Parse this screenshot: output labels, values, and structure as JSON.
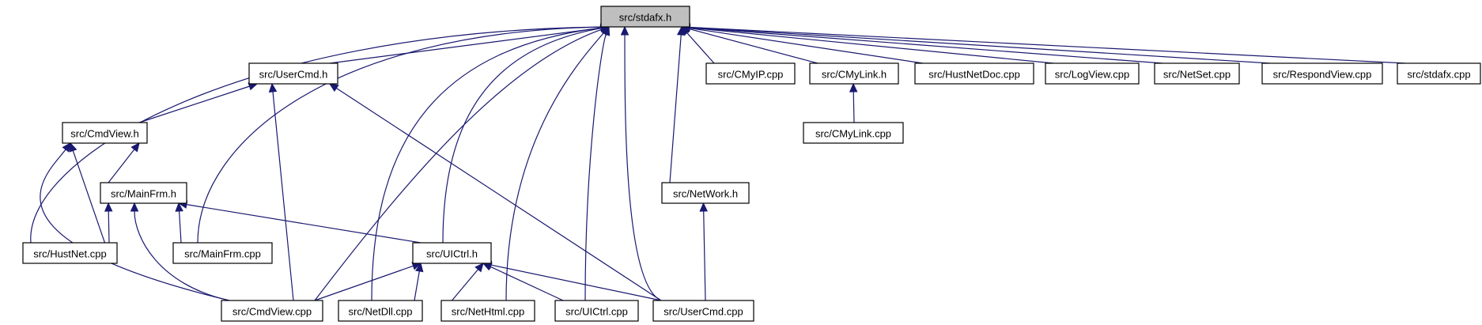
{
  "graph": {
    "type": "include-dependency-graph",
    "edge_color": "#191970",
    "root_fill": "#bfbfbf",
    "node_fill": "#ffffff",
    "nodes": [
      {
        "id": "stdafx_h",
        "label": "src/stdafx.h",
        "root": true
      },
      {
        "id": "usercmd_h",
        "label": "src/UserCmd.h"
      },
      {
        "id": "cmyip_cpp",
        "label": "src/CMyIP.cpp"
      },
      {
        "id": "cmylink_h",
        "label": "src/CMyLink.h"
      },
      {
        "id": "hustnetdoc",
        "label": "src/HustNetDoc.cpp"
      },
      {
        "id": "logview",
        "label": "src/LogView.cpp"
      },
      {
        "id": "netset",
        "label": "src/NetSet.cpp"
      },
      {
        "id": "respondview",
        "label": "src/RespondView.cpp"
      },
      {
        "id": "stdafx_cpp",
        "label": "src/stdafx.cpp"
      },
      {
        "id": "cmdview_h",
        "label": "src/CmdView.h"
      },
      {
        "id": "cmylink_cpp",
        "label": "src/CMyLink.cpp"
      },
      {
        "id": "mainfrm_h",
        "label": "src/MainFrm.h"
      },
      {
        "id": "network_h",
        "label": "src/NetWork.h"
      },
      {
        "id": "hustnet_cpp",
        "label": "src/HustNet.cpp"
      },
      {
        "id": "mainfrm_cpp",
        "label": "src/MainFrm.cpp"
      },
      {
        "id": "uictrl_h",
        "label": "src/UICtrl.h"
      },
      {
        "id": "cmdview_cpp",
        "label": "src/CmdView.cpp"
      },
      {
        "id": "netdll_cpp",
        "label": "src/NetDll.cpp"
      },
      {
        "id": "nethtml_cpp",
        "label": "src/NetHtml.cpp"
      },
      {
        "id": "uictrl_cpp",
        "label": "src/UICtrl.cpp"
      },
      {
        "id": "usercmd_cpp",
        "label": "src/UserCmd.cpp"
      }
    ],
    "edges": [
      [
        "usercmd_h",
        "stdafx_h"
      ],
      [
        "cmyip_cpp",
        "stdafx_h"
      ],
      [
        "cmylink_h",
        "stdafx_h"
      ],
      [
        "hustnetdoc",
        "stdafx_h"
      ],
      [
        "logview",
        "stdafx_h"
      ],
      [
        "netset",
        "stdafx_h"
      ],
      [
        "respondview",
        "stdafx_h"
      ],
      [
        "stdafx_cpp",
        "stdafx_h"
      ],
      [
        "hustnet_cpp",
        "stdafx_h"
      ],
      [
        "mainfrm_cpp",
        "stdafx_h"
      ],
      [
        "cmdview_cpp",
        "stdafx_h"
      ],
      [
        "netdll_cpp",
        "stdafx_h"
      ],
      [
        "uictrl_h",
        "stdafx_h"
      ],
      [
        "nethtml_cpp",
        "stdafx_h"
      ],
      [
        "uictrl_cpp",
        "stdafx_h"
      ],
      [
        "usercmd_cpp",
        "stdafx_h"
      ],
      [
        "network_h",
        "stdafx_h"
      ],
      [
        "cmdview_h",
        "usercmd_h"
      ],
      [
        "cmdview_cpp",
        "usercmd_h"
      ],
      [
        "usercmd_cpp",
        "usercmd_h"
      ],
      [
        "cmylink_cpp",
        "cmylink_h"
      ],
      [
        "mainfrm_h",
        "cmdview_h"
      ],
      [
        "hustnet_cpp",
        "cmdview_h"
      ],
      [
        "cmdview_cpp",
        "cmdview_h"
      ],
      [
        "hustnet_cpp",
        "mainfrm_h"
      ],
      [
        "mainfrm_cpp",
        "mainfrm_h"
      ],
      [
        "cmdview_cpp",
        "mainfrm_h"
      ],
      [
        "uictrl_h",
        "mainfrm_h"
      ],
      [
        "usercmd_cpp",
        "network_h"
      ],
      [
        "cmdview_cpp",
        "uictrl_h"
      ],
      [
        "netdll_cpp",
        "uictrl_h"
      ],
      [
        "nethtml_cpp",
        "uictrl_h"
      ],
      [
        "uictrl_cpp",
        "uictrl_h"
      ],
      [
        "usercmd_cpp",
        "uictrl_h"
      ]
    ]
  }
}
